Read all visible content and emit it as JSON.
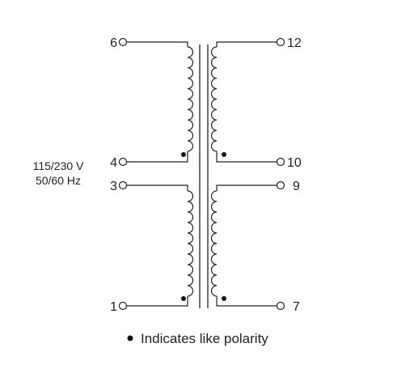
{
  "diagram": {
    "pins": {
      "p6": "6",
      "p4": "4",
      "p3": "3",
      "p1": "1",
      "p12": "12",
      "p10": "10",
      "p9": "9",
      "p7": "7"
    },
    "input_rating": {
      "voltage": "115/230 V",
      "frequency": "50/60 Hz"
    },
    "legend": {
      "text": "Indicates like polarity"
    },
    "colors": {
      "line": "#222222",
      "background": "#ffffff"
    }
  }
}
